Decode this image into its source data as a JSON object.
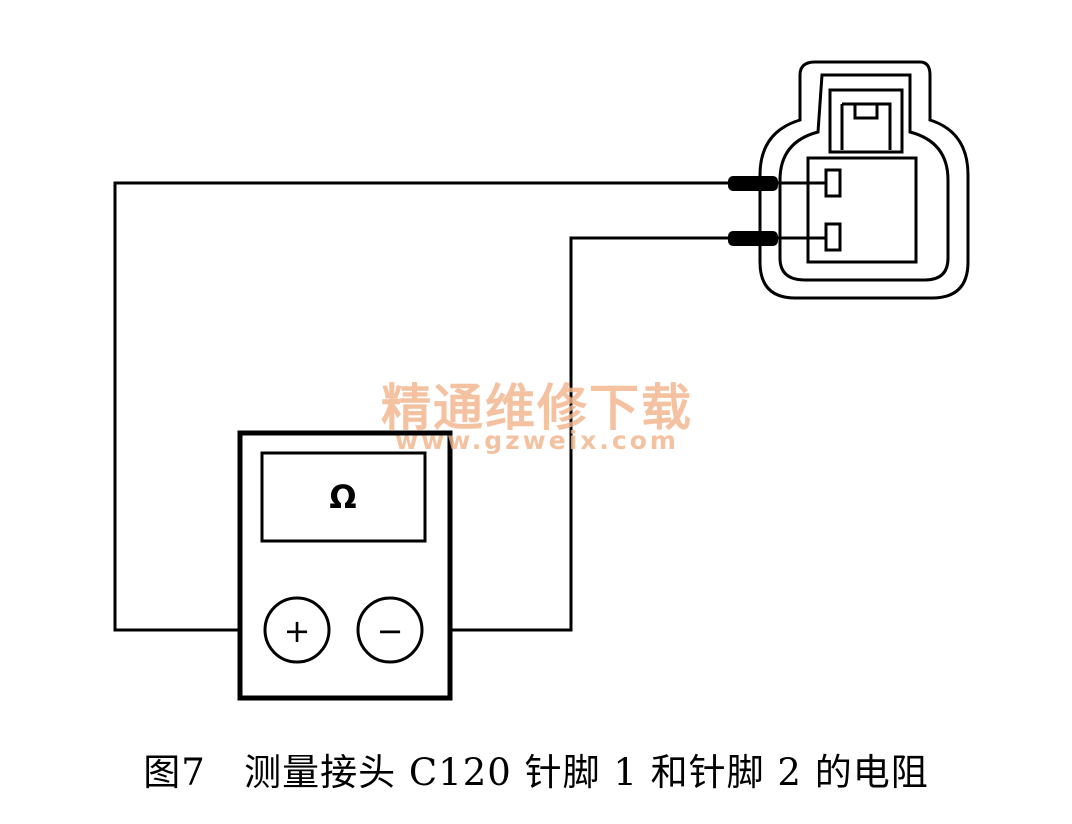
{
  "figure": {
    "caption": "图7   测量接头 C120 针脚 1 和针脚 2 的电阻"
  },
  "meter": {
    "display_symbol": "Ω",
    "positive_terminal": "+",
    "negative_terminal": "−"
  },
  "watermark": {
    "brand": "精通维修下载",
    "url": "www.gzweix.com",
    "color": "#f2b48a"
  }
}
